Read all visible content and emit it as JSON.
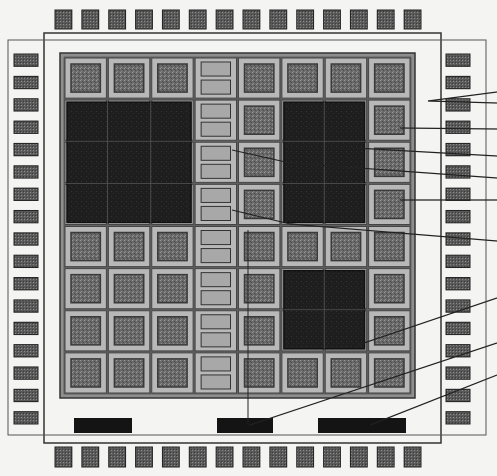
{
  "figure": {
    "kind": "fpga-chip-floorplan-schematic",
    "has_text": false
  },
  "package": {
    "top_pad_count": 14,
    "bottom_pad_count": 14,
    "left_pad_count": 17,
    "right_pad_count": 17
  },
  "core": {
    "grid_columns": 8,
    "grid_rows": 8,
    "special_column_index": 3,
    "special_column_kind": "memory-block-column",
    "dark_regions": [
      {
        "name": "large-dark-block-left",
        "col_start": 0,
        "col_end": 2,
        "row_start": 1,
        "row_end": 3
      },
      {
        "name": "dark-block-right-upper",
        "col_start": 5,
        "col_end": 6,
        "row_start": 1,
        "row_end": 3
      },
      {
        "name": "dark-block-right-lower",
        "col_start": 5,
        "col_end": 6,
        "row_start": 5,
        "row_end": 6
      }
    ]
  },
  "bottom_bars": {
    "count": 3,
    "names": [
      "bottom-bar-left",
      "bottom-bar-center",
      "bottom-bar-right"
    ]
  },
  "callouts": {
    "count": 10,
    "has_labels": false
  },
  "colors": {
    "background": "#f4f4f2",
    "pad_fill": "#5c5c5c",
    "core_frame": "#8a8a8a",
    "tile_fill": "#6e6e6e",
    "tile_border": "#3a3a3a",
    "dark_region": "#1c1c1c",
    "memory_column": "#a8a8a8",
    "bar_fill": "#141414",
    "line": "#222222"
  }
}
